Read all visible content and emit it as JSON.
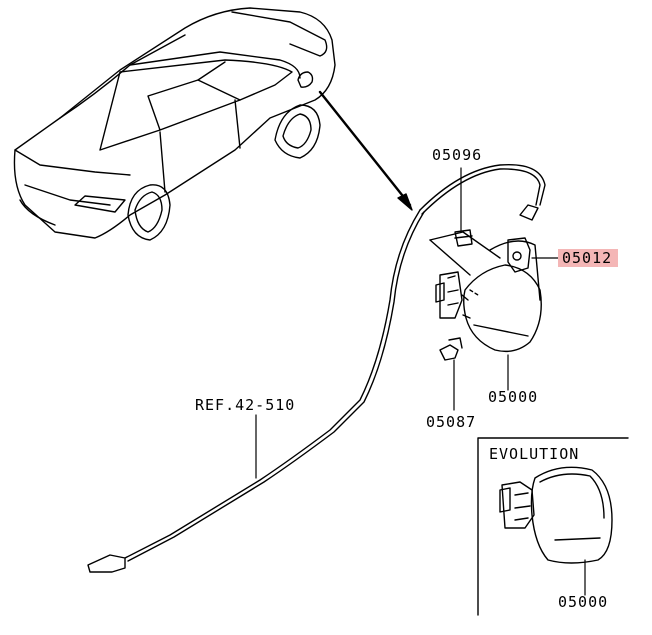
{
  "diagram": {
    "callouts": {
      "p05096": "05096",
      "p05012": "05012",
      "p05000_main": "05000",
      "p05087": "05087",
      "ref_cable": "REF.42-510",
      "p05000_evolution": "05000"
    },
    "inset": {
      "title": "EVOLUTION"
    },
    "highlight_color": "#f4b6b6",
    "line_color": "#000000"
  }
}
